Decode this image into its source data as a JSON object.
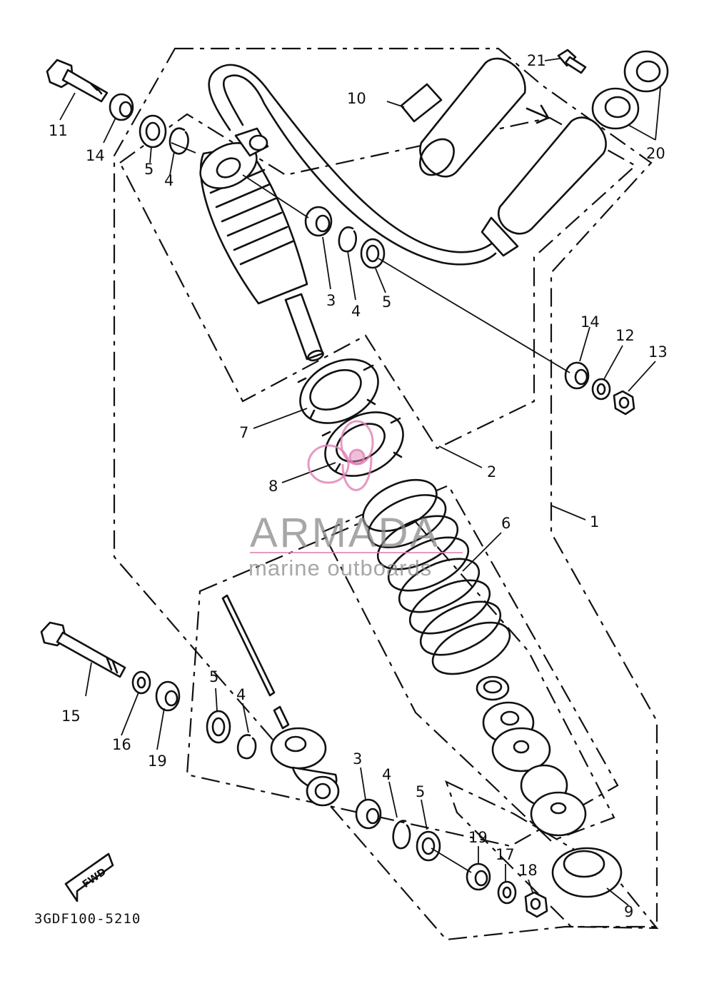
{
  "diagram": {
    "code": "3GDF100-5210",
    "fwd_label": "FWD",
    "labels": {
      "l1": "1",
      "l2": "2",
      "l3a": "3",
      "l3b": "3",
      "l4a": "4",
      "l4b": "4",
      "l4c": "4",
      "l4d": "4",
      "l5a": "5",
      "l5b": "5",
      "l5c": "5",
      "l5d": "5",
      "l6": "6",
      "l7": "7",
      "l8": "8",
      "l9": "9",
      "l10": "10",
      "l11": "11",
      "l12": "12",
      "l13": "13",
      "l14a": "14",
      "l14b": "14",
      "l15": "15",
      "l16": "16",
      "l17": "17",
      "l18": "18",
      "l19a": "19",
      "l19b": "19",
      "l20": "20",
      "l21": "21"
    }
  },
  "watermark": {
    "title": "ARMADA",
    "subtitle": "marine outboards",
    "accent_color": "#e07fb4"
  }
}
